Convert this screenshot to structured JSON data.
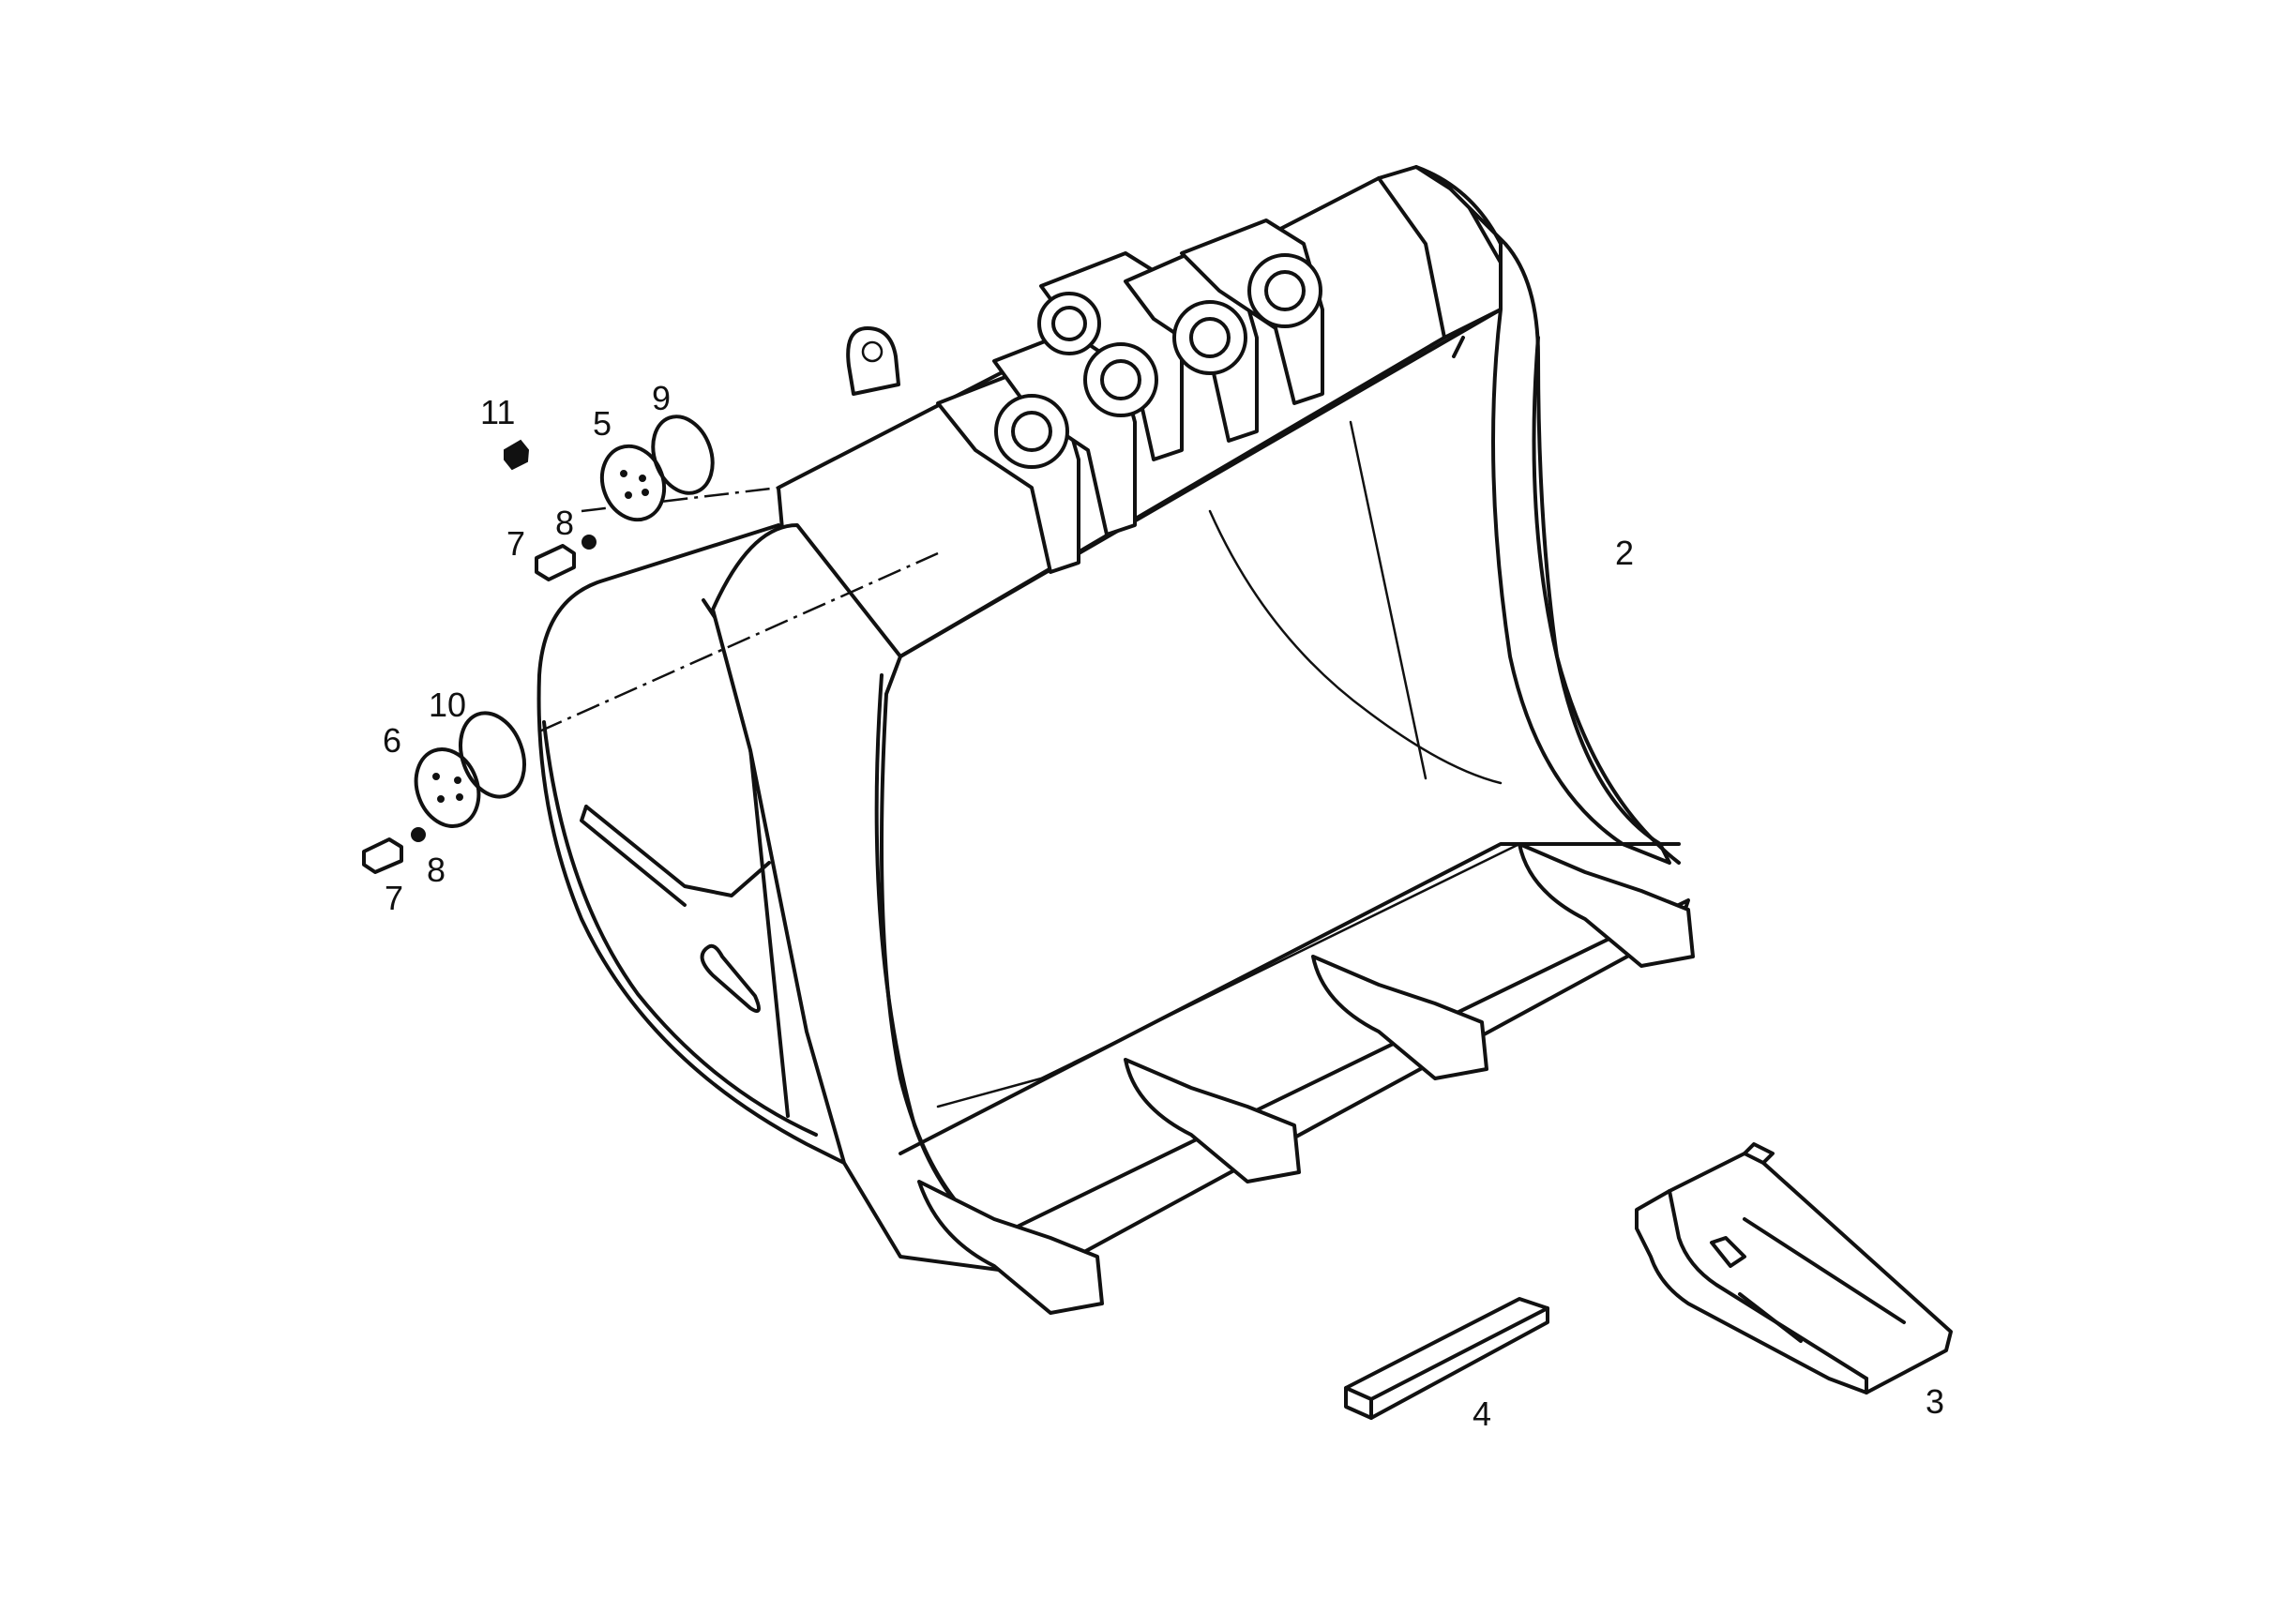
{
  "callouts": {
    "c2": "2",
    "c3": "3",
    "c4": "4",
    "c5": "5",
    "c6": "6",
    "c7a": "7",
    "c7b": "7",
    "c8a": "8",
    "c8b": "8",
    "c9": "9",
    "c10": "10",
    "c11": "11"
  },
  "parts": [
    {
      "callout": "2",
      "icon": "bucket-body"
    },
    {
      "callout": "3",
      "icon": "tooth-tip"
    },
    {
      "callout": "4",
      "icon": "retainer-pin"
    },
    {
      "callout": "5",
      "icon": "shim-disc"
    },
    {
      "callout": "6",
      "icon": "shim-disc"
    },
    {
      "callout": "7",
      "icon": "hex-bolt"
    },
    {
      "callout": "8",
      "icon": "washer"
    },
    {
      "callout": "9",
      "icon": "o-ring"
    },
    {
      "callout": "10",
      "icon": "o-ring"
    },
    {
      "callout": "11",
      "icon": "plug"
    }
  ]
}
